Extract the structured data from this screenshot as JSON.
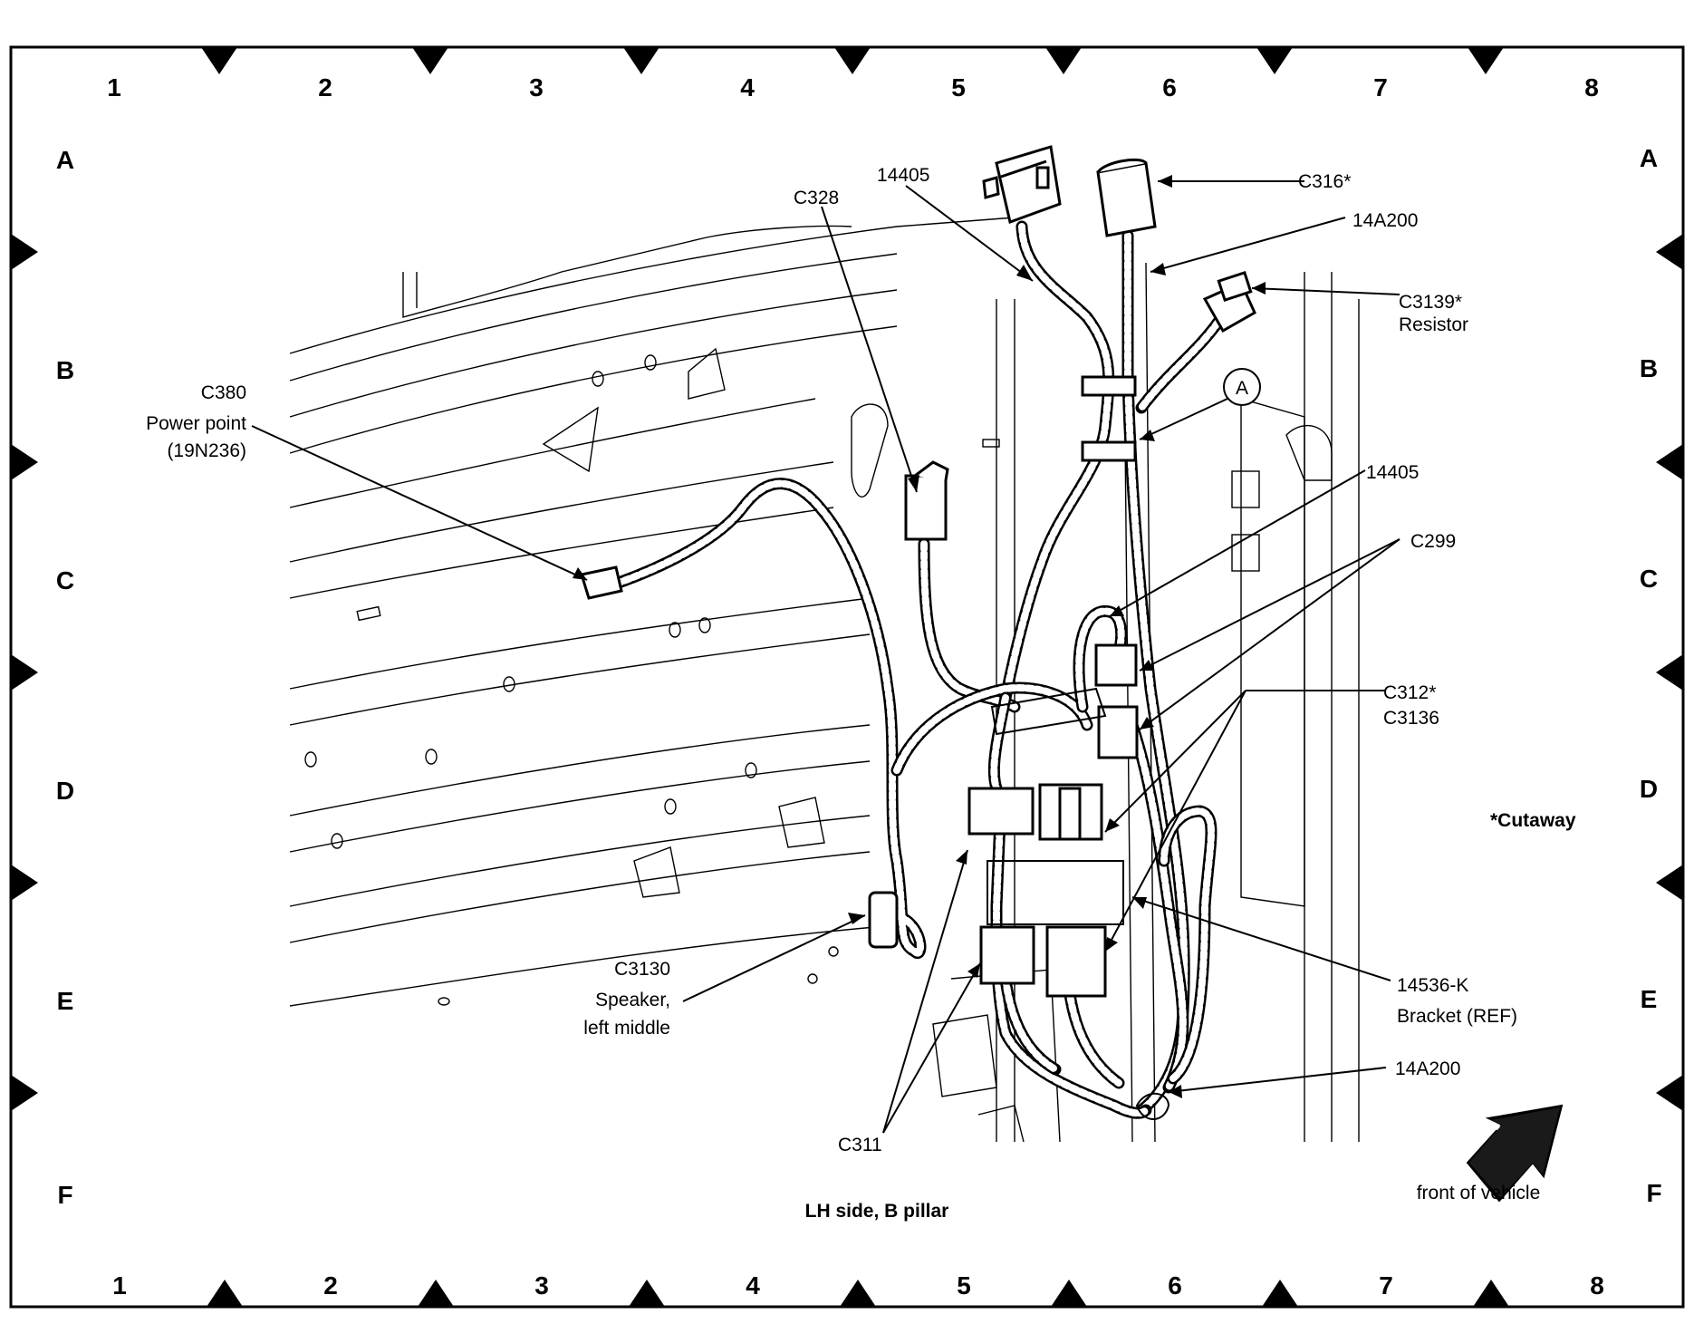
{
  "grid": {
    "columns": [
      "1",
      "2",
      "3",
      "4",
      "5",
      "6",
      "7",
      "8"
    ],
    "rows": [
      "A",
      "B",
      "C",
      "D",
      "E",
      "F"
    ]
  },
  "title": "LH side, B pillar",
  "cutaway_note": "*Cutaway",
  "orientation": "front of vehicle",
  "callouts": {
    "c316": "C316*",
    "w14a200_top": "14A200",
    "c3139": "C3139*",
    "c3139_desc": "Resistor",
    "w14405_top": "14405",
    "c328": "C328",
    "c380": "C380",
    "c380_desc1": "Power point",
    "c380_desc2": "(19N236)",
    "ref_a": "A",
    "w14405_mid": "14405",
    "c299": "C299",
    "c312": "C312*",
    "c3136": "C3136",
    "c3130": "C3130",
    "c3130_desc1": "Speaker,",
    "c3130_desc2": "left middle",
    "bracket": "14536-K",
    "bracket_desc": "Bracket (REF)",
    "w14a200_bottom": "14A200",
    "c311": "C311"
  }
}
